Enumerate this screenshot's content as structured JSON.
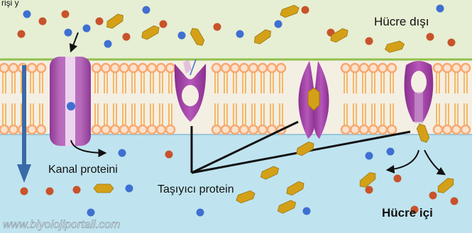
{
  "header_fragment": "rişi y",
  "labels": {
    "outside": "Hücre dışı",
    "inside": "Hücre içi",
    "channel_protein": "Kanal proteini",
    "carrier_protein": "Taşıyıcı protein"
  },
  "watermark": "www.biyolojiportali.com",
  "colors": {
    "extracellular": "#e6efd3",
    "intracellular": "#bfe4ef",
    "phospholipid_head": "#f6a972",
    "phospholipid_tail": "#f7b766",
    "membrane_edge": "#8fc04a",
    "protein": "#a33ea6",
    "protein_light": "#d7a2d9",
    "red_molecule": "#c8532b",
    "blue_molecule": "#3f6fd1",
    "gold_molecule": "#d4a017",
    "arrow_blue": "#3a6aa8"
  },
  "icons": {
    "channel": "channel-protein-icon",
    "carrier": "carrier-protein-icon",
    "diffusion_arrow": "diffusion-arrow-icon"
  }
}
